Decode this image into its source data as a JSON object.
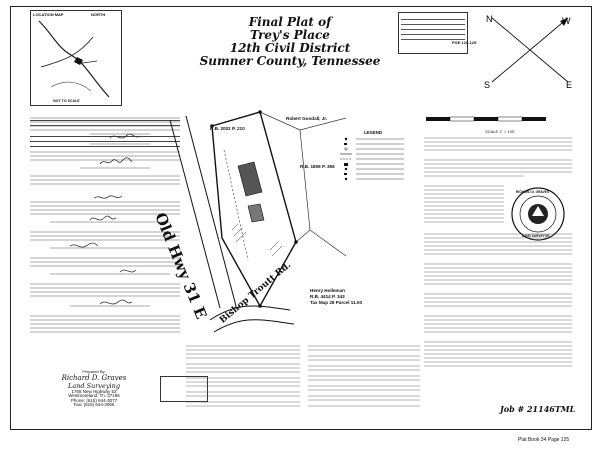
{
  "title": {
    "line1": "Final Plat of",
    "line2": "Trey's Place",
    "line3": "12th Civil District",
    "line4": "Sumner County, Tennessee"
  },
  "location_map": {
    "label": "LOCATION MAP",
    "north": "NORTH",
    "scale": "NOT TO SCALE"
  },
  "footer": {
    "job": "Job # 21146TML",
    "plat_book": "Plat Book 34 Page 125"
  },
  "stamp_top": {
    "line": "PGE 125-125"
  },
  "plat": {
    "road_name": "Old Hwy 31 E",
    "road2": "Bishop Troutt Rd.",
    "owner_top": "Robert Goodall, Jr.",
    "owner_bottom": "Henry Holleman",
    "rb_top": "R.B. 2002 P. 210",
    "rb_mid": "R.B. 1806 P. 356",
    "rb_bottom": "R.B. 4414 P. 343",
    "tax_bottom": "Tax Map 28 Parcel 11.00"
  },
  "legend_title": "LEGEND",
  "surveyor": {
    "prepared_by": "Prepared By:",
    "name": "Richard D. Graves",
    "firm": "Land Surveying",
    "addr1": "1768 New Highway 52",
    "addr2": "Westmoreland, Tn. 37186",
    "phone": "Phone: (615) 644-3077",
    "fax": "Fax: (615) 644-3066"
  },
  "seal": {
    "text": "RICHARD D. GRAVES",
    "sub": "LAND SURVEYOR"
  },
  "scale_label": "SCALE 1\" = 100'",
  "colors": {
    "ink": "#111111",
    "line": "#333333",
    "paper": "#ffffff"
  }
}
